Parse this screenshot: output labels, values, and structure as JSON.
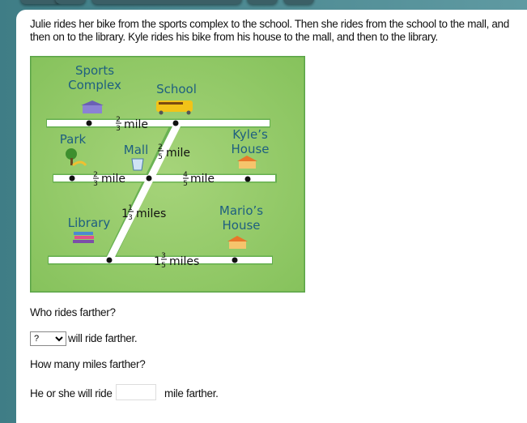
{
  "intro": "Julie rides her bike from the sports complex to the school. Then she rides from the school to the mall, and then on to the library. Kyle rides his bike from his house to the mall, and then to the library.",
  "map": {
    "places": {
      "sports1": "Sports",
      "sports2": "Complex",
      "school": "School",
      "park": "Park",
      "mall": "Mall",
      "kyle1": "Kyle’s",
      "kyle2": "House",
      "library": "Library",
      "mario1": "Mario’s",
      "mario2": "House"
    },
    "distances": {
      "sports_school": {
        "whole": "",
        "num": "2",
        "den": "3",
        "unit": "mile"
      },
      "school_mall": {
        "whole": "",
        "num": "2",
        "den": "5",
        "unit": "mile"
      },
      "park_mall": {
        "whole": "",
        "num": "2",
        "den": "3",
        "unit": "mile"
      },
      "mall_kyle": {
        "whole": "",
        "num": "4",
        "den": "5",
        "unit": "mile"
      },
      "mall_library": {
        "whole": "1",
        "num": "1",
        "den": "3",
        "unit": "miles"
      },
      "library_mario": {
        "whole": "1",
        "num": "3",
        "den": "5",
        "unit": "miles"
      }
    }
  },
  "q1": "Who rides farther?",
  "select_value": "?",
  "q1_suffix": "will ride farther.",
  "q2": "How many miles farther?",
  "q2_prefix": "He or she will ride",
  "q2_suffix": "mile farther."
}
